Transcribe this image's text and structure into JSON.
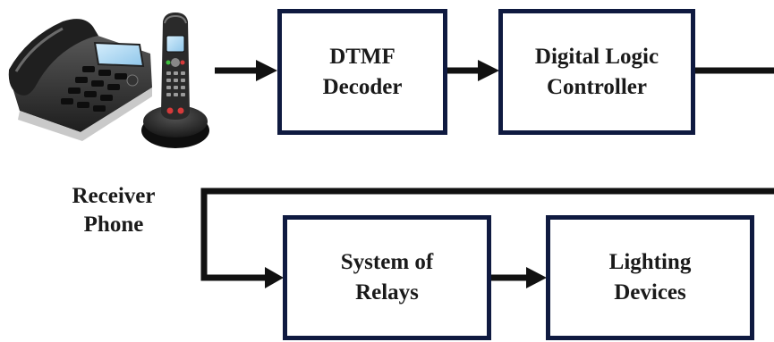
{
  "blocks": {
    "dtmf": {
      "line1": "DTMF",
      "line2": "Decoder"
    },
    "controller": {
      "line1": "Digital Logic",
      "line2": "Controller"
    },
    "relays": {
      "line1": "System of",
      "line2": "Relays"
    },
    "lighting": {
      "line1": "Lighting",
      "line2": "Devices"
    }
  },
  "receiver": {
    "line1": "Receiver",
    "line2": "Phone"
  },
  "colors": {
    "block_border": "#0f1a40",
    "arrow": "#111111",
    "text": "#1a1a1a"
  }
}
